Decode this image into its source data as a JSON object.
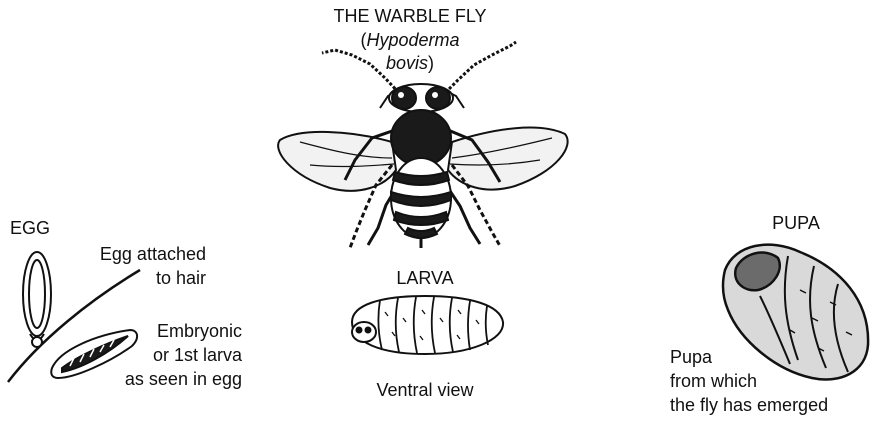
{
  "fly": {
    "title": "THE WARBLE FLY",
    "paren_open": "(",
    "species_genus": "Hypoderma",
    "species_epithet": "bovis",
    "paren_close": ")"
  },
  "egg": {
    "heading": "EGG",
    "attached_line1": "Egg attached",
    "attached_line2": "to hair",
    "embryo_line1": "Embryonic",
    "embryo_line2": "or 1st larva",
    "embryo_line3": "as seen in egg"
  },
  "larva": {
    "heading": "LARVA",
    "caption": "Ventral view"
  },
  "pupa": {
    "heading": "PUPA",
    "caption_line1": "Pupa",
    "caption_line2": "from which",
    "caption_line3": "the fly has emerged"
  },
  "colors": {
    "ink": "#111111",
    "wing_fill": "#f2f2f2",
    "body_fill": "#1a1a1a",
    "pupa_fill": "#d9d9d9",
    "pupa_opening": "#6b6b6b"
  }
}
